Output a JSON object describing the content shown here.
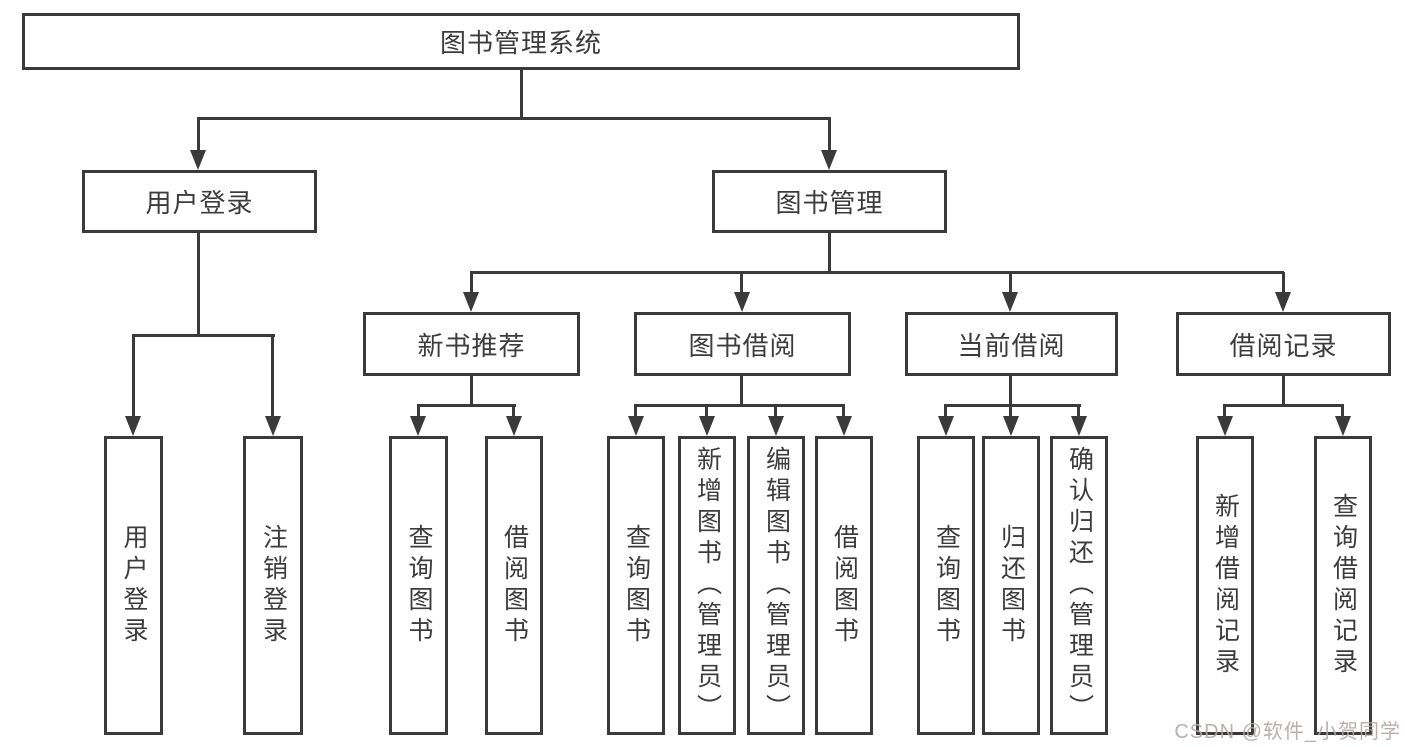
{
  "diagram": {
    "root": {
      "label": "图书管理系统"
    },
    "branches": [
      {
        "label": "用户登录",
        "children": [
          {
            "label": "用户登录"
          },
          {
            "label": "注销登录"
          }
        ]
      },
      {
        "label": "图书管理",
        "children": [
          {
            "label": "新书推荐",
            "children": [
              {
                "label": "查询图书"
              },
              {
                "label": "借阅图书"
              }
            ]
          },
          {
            "label": "图书借阅",
            "children": [
              {
                "label": "查询图书"
              },
              {
                "label": "新增图书（管理员）"
              },
              {
                "label": "编辑图书（管理员）"
              },
              {
                "label": "借阅图书"
              }
            ]
          },
          {
            "label": "当前借阅",
            "children": [
              {
                "label": "查询图书"
              },
              {
                "label": "归还图书"
              },
              {
                "label": "确认归还（管理员）"
              }
            ]
          },
          {
            "label": "借阅记录",
            "children": [
              {
                "label": "新增借阅记录"
              },
              {
                "label": "查询借阅记录"
              }
            ]
          }
        ]
      }
    ]
  },
  "watermark": {
    "text": "CSDN @软件_小贺同学"
  },
  "colors": {
    "line": "#3a3a3a",
    "text": "#3c3c3c",
    "background": "#ffffff",
    "watermark": "#b3a7a7"
  }
}
